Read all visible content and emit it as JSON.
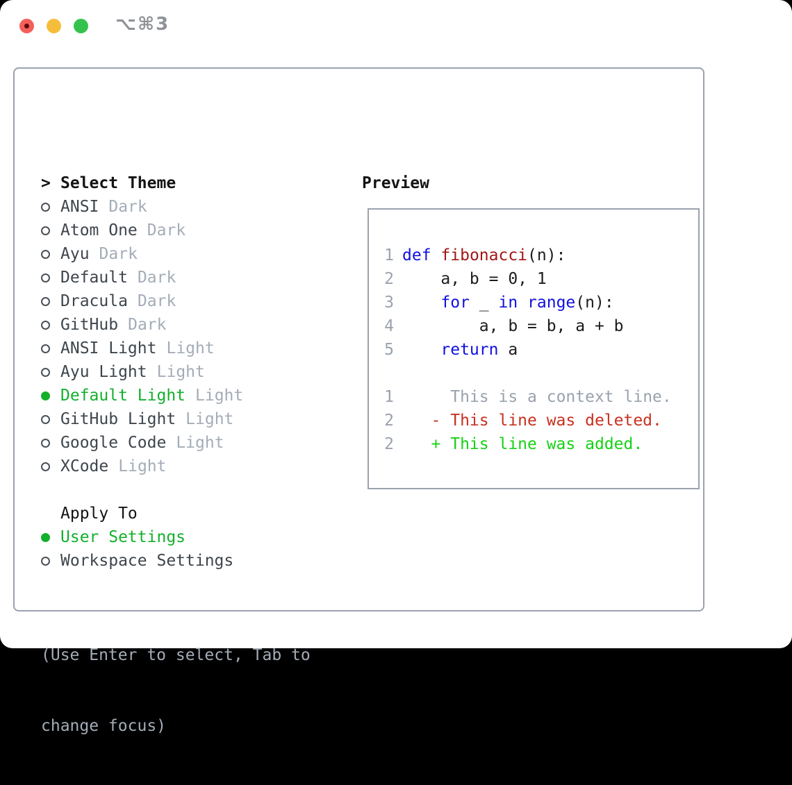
{
  "titlebar": {
    "shortcut": "⌥⌘3",
    "traffic_lights": [
      "close",
      "minimize",
      "zoom"
    ]
  },
  "colors": {
    "accent_green": "#13b02c",
    "added_green": "#15d215",
    "deleted_red": "#c9301f",
    "keyword_blue": "#1010e0",
    "function_red": "#a31515",
    "muted_gray": "#a4acb7",
    "border_gray": "#9aa2ae",
    "traffic_red": "#f3605a",
    "traffic_yellow": "#f6bd3b",
    "traffic_green": "#35c24c"
  },
  "theme_selector": {
    "header_prefix": ">",
    "header": "Select Theme",
    "options": [
      {
        "name": "ANSI",
        "variant": "Dark",
        "selected": false
      },
      {
        "name": "Atom One",
        "variant": "Dark",
        "selected": false
      },
      {
        "name": "Ayu",
        "variant": "Dark",
        "selected": false
      },
      {
        "name": "Default",
        "variant": "Dark",
        "selected": false
      },
      {
        "name": "Dracula",
        "variant": "Dark",
        "selected": false
      },
      {
        "name": "GitHub",
        "variant": "Dark",
        "selected": false
      },
      {
        "name": "ANSI Light",
        "variant": "Light",
        "selected": false
      },
      {
        "name": "Ayu Light",
        "variant": "Light",
        "selected": false
      },
      {
        "name": "Default Light",
        "variant": "Light",
        "selected": true
      },
      {
        "name": "GitHub Light",
        "variant": "Light",
        "selected": false
      },
      {
        "name": "Google Code",
        "variant": "Light",
        "selected": false
      },
      {
        "name": "XCode",
        "variant": "Light",
        "selected": false
      }
    ]
  },
  "apply_to": {
    "header": "Apply To",
    "options": [
      {
        "name": "User Settings",
        "selected": true
      },
      {
        "name": "Workspace Settings",
        "selected": false
      }
    ]
  },
  "help_text": {
    "line1": "(Use Enter to select, Tab to",
    "line2": "change focus)"
  },
  "preview": {
    "header": "Preview",
    "code_lines": [
      {
        "number": "1",
        "tokens": [
          {
            "text": "def",
            "style": "keyword"
          },
          {
            "text": " "
          },
          {
            "text": "fibonacci",
            "style": "function"
          },
          {
            "text": "(n):"
          }
        ]
      },
      {
        "number": "2",
        "tokens": [
          {
            "text": "    a, b = 0, 1"
          }
        ]
      },
      {
        "number": "3",
        "tokens": [
          {
            "text": "    "
          },
          {
            "text": "for",
            "style": "keyword"
          },
          {
            "text": " _ "
          },
          {
            "text": "in",
            "style": "keyword"
          },
          {
            "text": " "
          },
          {
            "text": "range",
            "style": "keyword"
          },
          {
            "text": "(n):"
          }
        ]
      },
      {
        "number": "4",
        "tokens": [
          {
            "text": "        a, b = b, a + b"
          }
        ]
      },
      {
        "number": "5",
        "tokens": [
          {
            "text": "    "
          },
          {
            "text": "return",
            "style": "keyword"
          },
          {
            "text": " a"
          }
        ]
      },
      {
        "number": "",
        "tokens": []
      },
      {
        "number": "1",
        "tokens": [
          {
            "text": "     "
          },
          {
            "text": "This is a context line.",
            "style": "context"
          }
        ]
      },
      {
        "number": "2",
        "tokens": [
          {
            "text": "   "
          },
          {
            "text": "- This line was deleted.",
            "style": "deleted"
          }
        ]
      },
      {
        "number": "2",
        "tokens": [
          {
            "text": "   "
          },
          {
            "text": "+ This line was added.",
            "style": "added"
          }
        ]
      }
    ]
  }
}
